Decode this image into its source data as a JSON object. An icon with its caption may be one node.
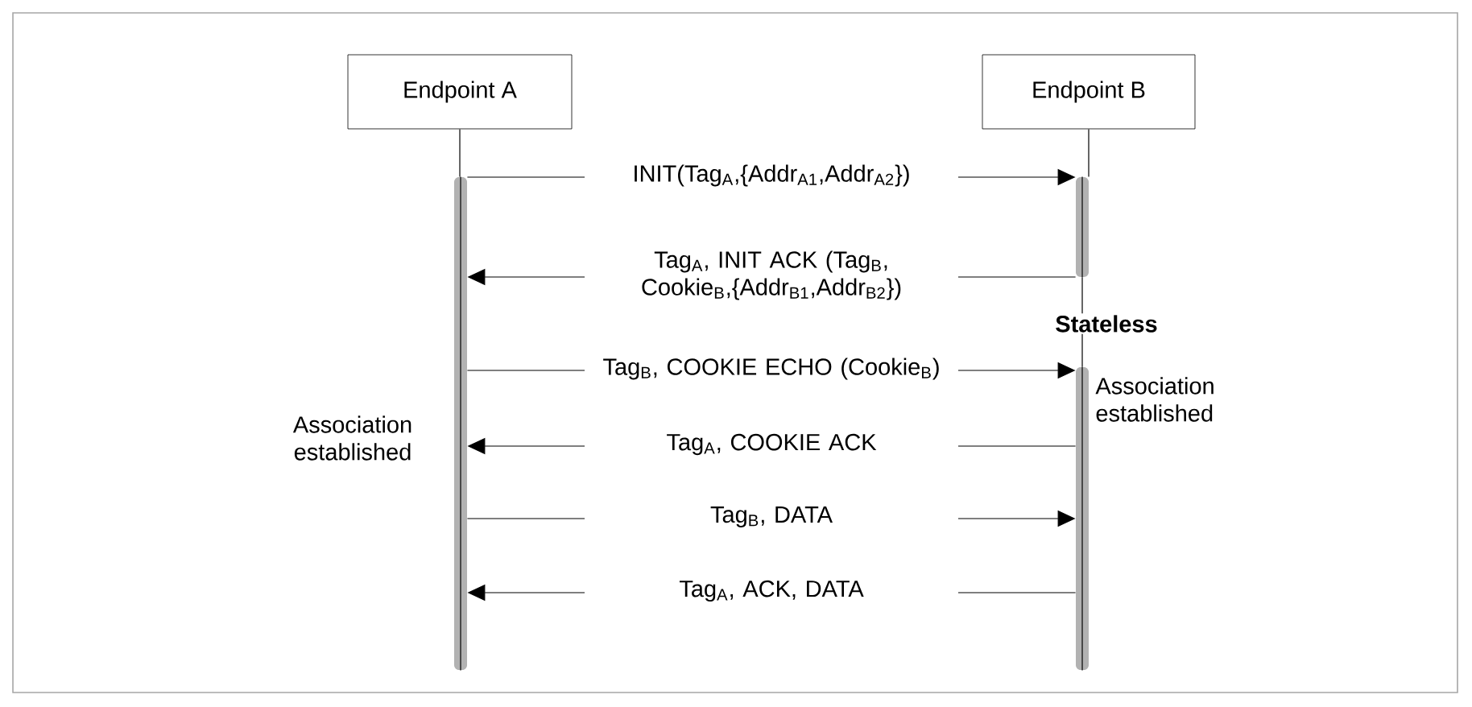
{
  "diagram": {
    "nodes": [
      {
        "text": [
          "Endpoint A"
        ]
      },
      {
        "text": [
          "Endpoint B"
        ]
      },
      {
        "text": [],
        "shape": "bar"
      },
      {
        "text": [],
        "shape": "bar"
      },
      {
        "text": [],
        "shape": "bar"
      }
    ],
    "edges": [
      {
        "from": 0,
        "to": 2,
        "arrow": "none"
      },
      {
        "from": 1,
        "to": 3,
        "arrow": "none"
      },
      {
        "from": 3,
        "to": 4,
        "arrow": "none"
      },
      {
        "from": 2,
        "to": 3,
        "arrow": "to",
        "label": "INIT(Tag$_{A}$,{Addr$_{A1}$,Addr$_{A2}$})"
      },
      {
        "from": 3,
        "to": 2,
        "arrow": "to",
        "label": "Tag$_{A}$, INIT ACK (Tag$_{B}$, Cookie$_{B}$,{Addr$_{B1}$,Addr$_{B2}$})"
      },
      {
        "from": 2,
        "to": 4,
        "arrow": "to",
        "label": "Tag$_{B}$, COOKIE ECHO (Cookie$_{B}$)"
      },
      {
        "from": 4,
        "to": 2,
        "arrow": "to",
        "label": "Tag$_{A}$, COOKIE ACK"
      },
      {
        "from": 2,
        "to": 4,
        "arrow": "to",
        "label": "Tag$_{B}$, DATA"
      },
      {
        "from": 4,
        "to": 2,
        "arrow": "to",
        "label": "Tag$_{A}$, ACK, DATA"
      }
    ],
    "labels": [
      "Stateless",
      "Association established",
      "Association established"
    ]
  }
}
